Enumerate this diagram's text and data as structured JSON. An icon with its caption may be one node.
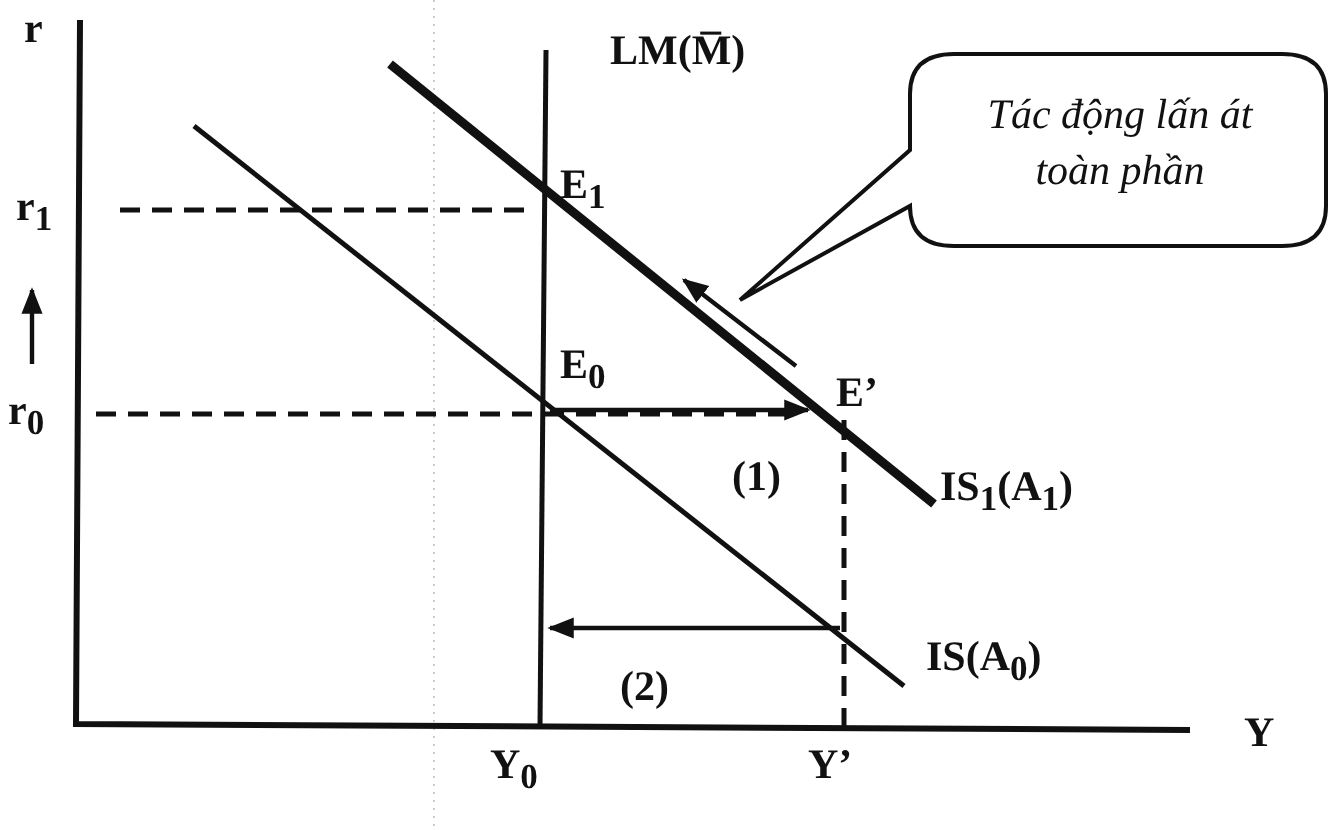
{
  "diagram": {
    "nodes": [
      {
        "text": [
          "Tác động lấn át toàn phần"
        ]
      }
    ],
    "labels": [
      "r",
      "r$_{1}$",
      "r$_{0}$",
      "LM(M̅)",
      "E$_{1}$",
      "E$_{0}$",
      "E’",
      "(1)",
      "IS$_{1}$(A$_{1}$)",
      "IS(A$_{0}$)",
      "(2)",
      "Y",
      "Y$_{0}$",
      "Y’"
    ]
  }
}
